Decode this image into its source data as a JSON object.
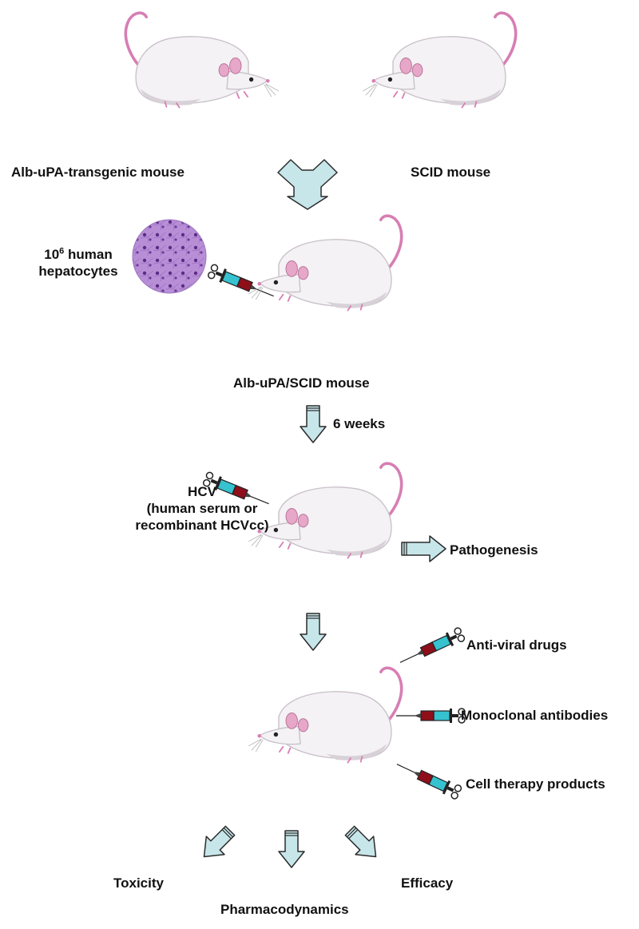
{
  "labels": {
    "alb_upa_transgenic": "Alb-uPA-transgenic mouse",
    "scid": "SCID mouse",
    "hepatocytes_base": "10",
    "hepatocytes_exp": "6",
    "hepatocytes_rest": " human",
    "hepatocytes_line2": "hepatocytes",
    "alb_upa_scid": "Alb-uPA/SCID mouse",
    "six_weeks": "6 weeks",
    "hcv_line1": "HCV",
    "hcv_line2": "(human serum or",
    "hcv_line3": "recombinant HCVcc)",
    "pathogenesis": "Pathogenesis",
    "antiviral": "Anti-viral drugs",
    "monoclonal": "Monoclonal antibodies",
    "cell_therapy": "Cell therapy products",
    "toxicity": "Toxicity",
    "pharmacodynamics": "Pharmacodynamics",
    "efficacy": "Efficacy"
  },
  "colors": {
    "mouse_body": "#f4f2f4",
    "mouse_shade": "#c9c1c9",
    "tail": "#d77eb4",
    "ear": "#e7a7c8",
    "arrow_fill": "#c7e6ea",
    "arrow_stroke": "#2b2b2b",
    "tissue": "#a77cc7",
    "syringe_blood": "#8e0f1a",
    "syringe_fluid": "#36c2cf"
  },
  "icons": [
    "mouse-icon",
    "syringe-icon",
    "hepatocyte-tissue-icon",
    "down-arrow-icon",
    "merge-arrow-icon"
  ]
}
